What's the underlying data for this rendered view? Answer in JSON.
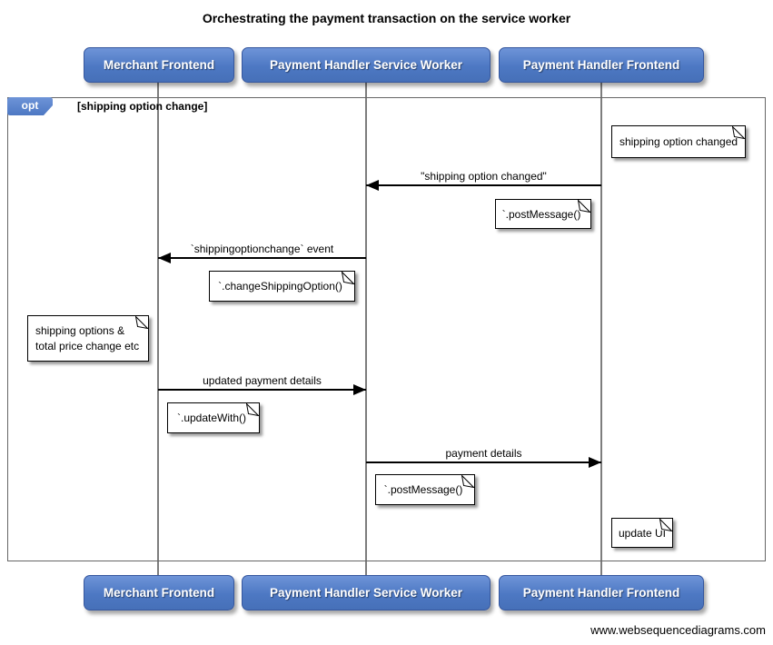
{
  "title": "Orchestrating the payment transaction on the service worker",
  "actors": [
    {
      "label": "Merchant Frontend"
    },
    {
      "label": "Payment Handler Service Worker"
    },
    {
      "label": "Payment Handler Frontend"
    }
  ],
  "fragment": {
    "operator": "opt",
    "guard": "[shipping option change]"
  },
  "messages": [
    {
      "label": "\"shipping option changed\"",
      "from": "Payment Handler Frontend",
      "to": "Payment Handler Service Worker"
    },
    {
      "label": "`shippingoptionchange` event",
      "from": "Payment Handler Service Worker",
      "to": "Merchant Frontend"
    },
    {
      "label": "updated payment details",
      "from": "Merchant Frontend",
      "to": "Payment Handler Service Worker"
    },
    {
      "label": "payment details",
      "from": "Payment Handler Service Worker",
      "to": "Payment Handler Frontend"
    }
  ],
  "notes": [
    {
      "text": "shipping option changed",
      "anchor": "Payment Handler Frontend"
    },
    {
      "text": "`.postMessage()`",
      "anchor": "Payment Handler Frontend"
    },
    {
      "text": "`.changeShippingOption()`",
      "anchor": "Payment Handler Service Worker"
    },
    {
      "lines": [
        "shipping options &",
        "total price change etc"
      ],
      "anchor": "Merchant Frontend"
    },
    {
      "text": "`.updateWith()`",
      "anchor": "Merchant Frontend"
    },
    {
      "text": "`.postMessage()`",
      "anchor": "Payment Handler Service Worker"
    },
    {
      "text": "update UI",
      "anchor": "Payment Handler Frontend"
    }
  ],
  "footer": "www.websequencediagrams.com",
  "colors": {
    "actor_blue": "#4d78c3",
    "actor_blue_light": "#6e94d8",
    "actor_border": "#36579e",
    "lifeline_gray": "#7d7d7d",
    "fragment_border": "#666666",
    "arrow_black": "#000000"
  }
}
